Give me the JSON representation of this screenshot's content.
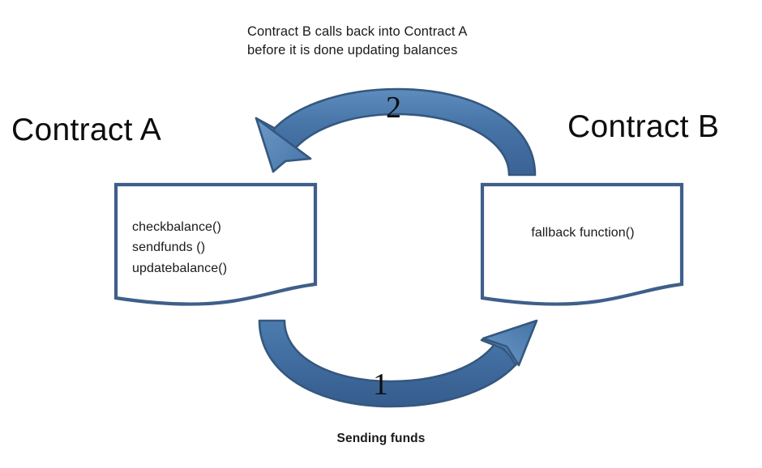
{
  "diagram": {
    "title_note": "Contract B calls back into Contract A\nbefore it is done updating balances",
    "bottom_note": "Sending funds",
    "contract_a": {
      "heading": "Contract A",
      "functions": "checkbalance()\nsendfunds ()\nupdatebalance()"
    },
    "contract_b": {
      "heading": "Contract B",
      "functions": "fallback function()"
    },
    "steps": {
      "step_one": "1",
      "step_two": "2"
    },
    "colors": {
      "arrow_fill": "#41699D",
      "arrow_highlight": "#5E8CBE",
      "arrow_outline": "#34587F",
      "box_border": "#3F5F8A",
      "box_fill": "#FFFFFF",
      "text": "#1A1A1A"
    },
    "icons": {
      "top_arrow": "curved-arrow-right-to-left-icon",
      "bottom_arrow": "curved-arrow-left-to-right-icon"
    }
  }
}
